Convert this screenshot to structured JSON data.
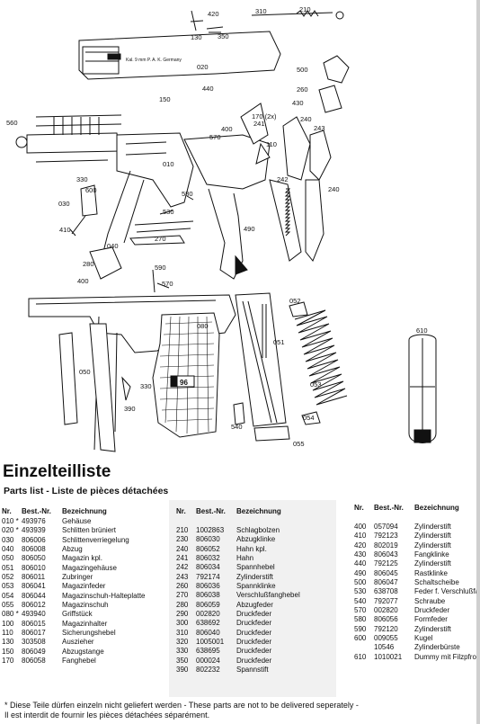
{
  "diagram": {
    "slide_engraving": "Kal. 9 mm P. A. K.  Germany",
    "grip_emblem": "96",
    "callouts": [
      "420",
      "310",
      "210",
      "130",
      "350",
      "020",
      "500",
      "440",
      "260",
      "150",
      "430",
      "560",
      "240",
      "400",
      "570",
      "170 (2x)",
      "241",
      "243",
      "110",
      "010",
      "330",
      "242",
      "600",
      "030",
      "580",
      "530",
      "490",
      "410",
      "270",
      "240",
      "040",
      "280",
      "590",
      "400",
      "570",
      "052",
      "610",
      "080",
      "051",
      "330",
      "050",
      "053",
      "390",
      "540",
      "054",
      "055"
    ]
  },
  "header": {
    "title": "Einzelteilliste",
    "subtitle": "Parts list - Liste de pièces détachées"
  },
  "parts_table": {
    "columns": [
      "Nr.",
      "Best.-Nr.",
      "Bezeichnung"
    ],
    "group1": [
      {
        "nr": "010 *",
        "best": "493976",
        "bez": "Gehäuse"
      },
      {
        "nr": "020 *",
        "best": "493939",
        "bez": "Schlitten brüniert"
      },
      {
        "nr": "030",
        "best": "806006",
        "bez": "Schlittenverriegelung"
      },
      {
        "nr": "040",
        "best": "806008",
        "bez": "Abzug"
      },
      {
        "nr": "050",
        "best": "806050",
        "bez": "Magazin kpl."
      },
      {
        "nr": "051",
        "best": "806010",
        "bez": "Magazingehäuse"
      },
      {
        "nr": "052",
        "best": "806011",
        "bez": "Zubringer"
      },
      {
        "nr": "053",
        "best": "806041",
        "bez": "Magazinfeder"
      },
      {
        "nr": "054",
        "best": "806044",
        "bez": "Magazinschuh-Halteplatte"
      },
      {
        "nr": "055",
        "best": "806012",
        "bez": "Magazinschuh"
      },
      {
        "nr": "080 *",
        "best": "493940",
        "bez": "Griffstück"
      },
      {
        "nr": "100",
        "best": "806015",
        "bez": "Magazinhalter"
      },
      {
        "nr": "110",
        "best": "806017",
        "bez": "Sicherungshebel"
      },
      {
        "nr": "130",
        "best": "303508",
        "bez": "Auszieher"
      },
      {
        "nr": "150",
        "best": "806049",
        "bez": "Abzugstange"
      },
      {
        "nr": "170",
        "best": "806058",
        "bez": "Fanghebel"
      }
    ],
    "group2": [
      {
        "nr": "210",
        "best": "1002863",
        "bez": "Schlagbolzen"
      },
      {
        "nr": "230",
        "best": "806030",
        "bez": "Abzugklinke"
      },
      {
        "nr": "240",
        "best": "806052",
        "bez": "Hahn kpl."
      },
      {
        "nr": "241",
        "best": "806032",
        "bez": "Hahn"
      },
      {
        "nr": "242",
        "best": "806034",
        "bez": "Spannhebel"
      },
      {
        "nr": "243",
        "best": "792174",
        "bez": "Zylinderstift"
      },
      {
        "nr": "260",
        "best": "806036",
        "bez": "Spannklinke"
      },
      {
        "nr": "270",
        "best": "806038",
        "bez": "Verschlußfanghebel"
      },
      {
        "nr": "280",
        "best": "806059",
        "bez": "Abzugfeder"
      },
      {
        "nr": "290",
        "best": "002820",
        "bez": "Druckfeder"
      },
      {
        "nr": "300",
        "best": "638692",
        "bez": "Druckfeder"
      },
      {
        "nr": "310",
        "best": "806040",
        "bez": "Druckfeder"
      },
      {
        "nr": "320",
        "best": "1005001",
        "bez": "Druckfeder"
      },
      {
        "nr": "330",
        "best": "638695",
        "bez": "Druckfeder"
      },
      {
        "nr": "350",
        "best": "000024",
        "bez": "Druckfeder"
      },
      {
        "nr": "390",
        "best": "802232",
        "bez": "Spannstift"
      }
    ],
    "group3": [
      {
        "nr": "400",
        "best": "057094",
        "bez": "Zylinderstift"
      },
      {
        "nr": "410",
        "best": "792123",
        "bez": "Zylinderstift"
      },
      {
        "nr": "420",
        "best": "802019",
        "bez": "Zylinderstift"
      },
      {
        "nr": "430",
        "best": "806043",
        "bez": "Fangklinke"
      },
      {
        "nr": "440",
        "best": "792125",
        "bez": "Zylinderstift"
      },
      {
        "nr": "490",
        "best": "806045",
        "bez": "Rastklinke"
      },
      {
        "nr": "500",
        "best": "806047",
        "bez": "Schaltscheibe"
      },
      {
        "nr": "530",
        "best": "638708",
        "bez": "Feder f. Verschlußfanghebel"
      },
      {
        "nr": "540",
        "best": "792077",
        "bez": "Schraube"
      },
      {
        "nr": "570",
        "best": "002820",
        "bez": "Druckfeder"
      },
      {
        "nr": "580",
        "best": "806056",
        "bez": "Formfeder"
      },
      {
        "nr": "590",
        "best": "792120",
        "bez": "Zylinderstift"
      },
      {
        "nr": "600",
        "best": "009055",
        "bez": "Kugel"
      },
      {
        "nr": "",
        "best": "10546",
        "bez": "Zylinderbürste"
      },
      {
        "nr": "610",
        "best": "1010021",
        "bez": "Dummy mit Filzpfropfen"
      }
    ]
  },
  "footnote": {
    "line1": "* Diese Teile dürfen einzeln nicht geliefert werden - These parts are not to be delivered seperately -",
    "line2": "Il est interdit de fournir les pièces détachées séparément."
  },
  "colors": {
    "ink": "#111111",
    "paper": "#ffffff",
    "shade": "#f1f1f1"
  }
}
